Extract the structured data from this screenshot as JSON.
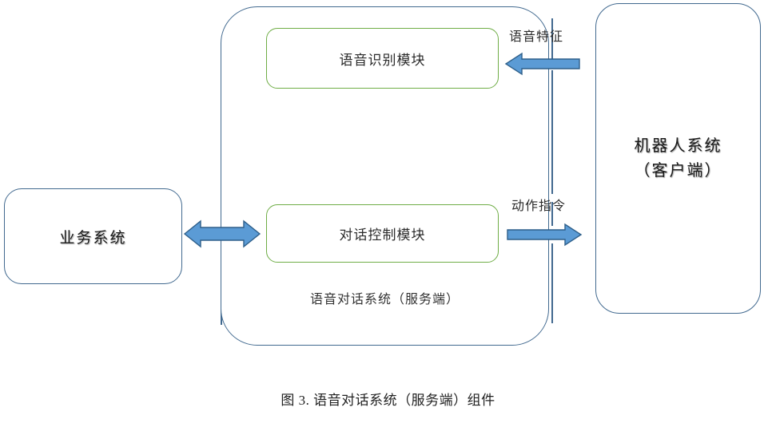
{
  "figure": {
    "caption": "图 3. 语音对话系统（服务端）组件"
  },
  "diagram": {
    "type": "block-diagram",
    "colors": {
      "container_border": "#41698f",
      "module_border": "#6fad46",
      "arrow_fill": "#5b9bd5",
      "arrow_stroke": "#2e5f8a",
      "background": "#ffffff"
    },
    "server_container": {
      "label": "语音对话系统（服务端）",
      "modules": [
        {
          "name": "asr-module",
          "label": "语音识别模块"
        },
        {
          "name": "dialog-control-module",
          "label": "对话控制模块"
        }
      ]
    },
    "external_systems": [
      {
        "name": "business-system",
        "label": "业务系统"
      },
      {
        "name": "robot-system",
        "label_line1": "机器人系统",
        "label_line2": "（客户端）"
      }
    ],
    "connections": [
      {
        "name": "voice-feature-flow",
        "label": "语音特征",
        "direction": "left",
        "from": "机器人系统（客户端）",
        "to": "语音识别模块"
      },
      {
        "name": "action-command-flow",
        "label": "动作指令",
        "direction": "right",
        "from": "对话控制模块",
        "to": "机器人系统（客户端）"
      },
      {
        "name": "business-dialog-flow",
        "label": "",
        "direction": "both",
        "from": "业务系统",
        "to": "对话控制模块"
      }
    ]
  }
}
